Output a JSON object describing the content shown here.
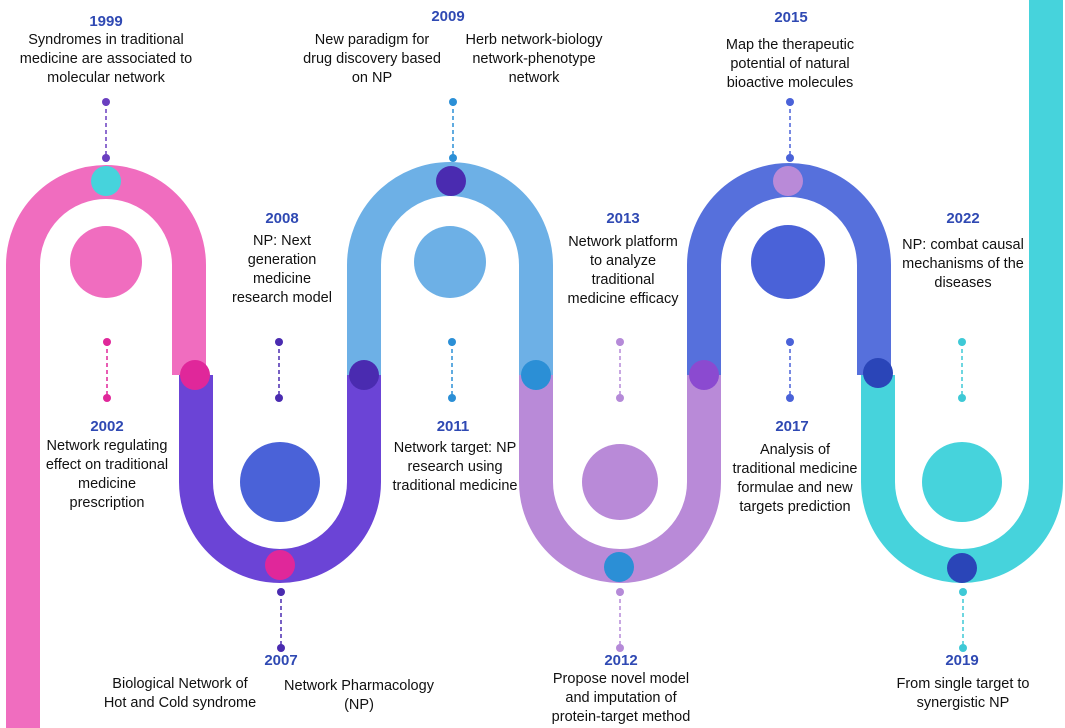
{
  "events": [
    {
      "id": "e1999",
      "year": "1999",
      "lines": [
        "Syndromes in traditional",
        "medicine are associated to",
        "molecular network"
      ],
      "color": "#6a3fc0"
    },
    {
      "id": "e2002",
      "year": "2002",
      "lines": [
        "Network regulating",
        "effect on traditional",
        "medicine",
        "prescription"
      ],
      "color": "#e0279a"
    },
    {
      "id": "e2007",
      "year": "2007",
      "lines": [
        "Network Pharmacology",
        "(NP)"
      ],
      "color": "#4a2bb0"
    },
    {
      "id": "e2007b",
      "year": "",
      "lines": [
        "Biological Network of",
        "Hot and Cold syndrome"
      ],
      "color": "#4a2bb0"
    },
    {
      "id": "e2008",
      "year": "2008",
      "lines": [
        "NP: Next",
        "generation",
        "medicine",
        "research model"
      ],
      "color": "#4a2bb0"
    },
    {
      "id": "e2009",
      "year": "2009",
      "lines": [
        "New paradigm for",
        "drug discovery based",
        "on NP"
      ],
      "color": "#2b8fd6"
    },
    {
      "id": "e2009b",
      "year": "",
      "lines": [
        "Herb network-biology",
        "network-phenotype",
        "network"
      ],
      "color": "#2b8fd6"
    },
    {
      "id": "e2011",
      "year": "2011",
      "lines": [
        "Network target: NP",
        "research using",
        "traditional medicine"
      ],
      "color": "#2b8fd6"
    },
    {
      "id": "e2012",
      "year": "2012",
      "lines": [
        "Propose novel model",
        "and imputation of",
        "protein-target method"
      ],
      "color": "#b58ad8"
    },
    {
      "id": "e2013",
      "year": "2013",
      "lines": [
        "Network platform",
        "to analyze",
        "traditional",
        "medicine efficacy"
      ],
      "color": "#b58ad8"
    },
    {
      "id": "e2015",
      "year": "2015",
      "lines": [
        "Map the therapeutic",
        "potential of natural",
        "bioactive molecules"
      ],
      "color": "#4a62d8"
    },
    {
      "id": "e2017",
      "year": "2017",
      "lines": [
        "Analysis of",
        "traditional medicine",
        "formulae and new",
        "targets prediction"
      ],
      "color": "#4a62d8"
    },
    {
      "id": "e2019",
      "year": "2019",
      "lines": [
        "From single target to",
        "synergistic NP"
      ],
      "color": "#3ec9d6"
    },
    {
      "id": "e2022",
      "year": "2022",
      "lines": [
        "NP: combat causal",
        "mechanisms of the",
        "diseases"
      ],
      "color": "#3ec9d6"
    }
  ],
  "colors": {
    "pink": "#f06dbf",
    "purple": "#6b44d6",
    "lightblue": "#6db0e6",
    "lavender": "#b98ad8",
    "royalblue": "#5670dc",
    "cyan": "#46d3dc",
    "year_text": "#2f49b3"
  }
}
